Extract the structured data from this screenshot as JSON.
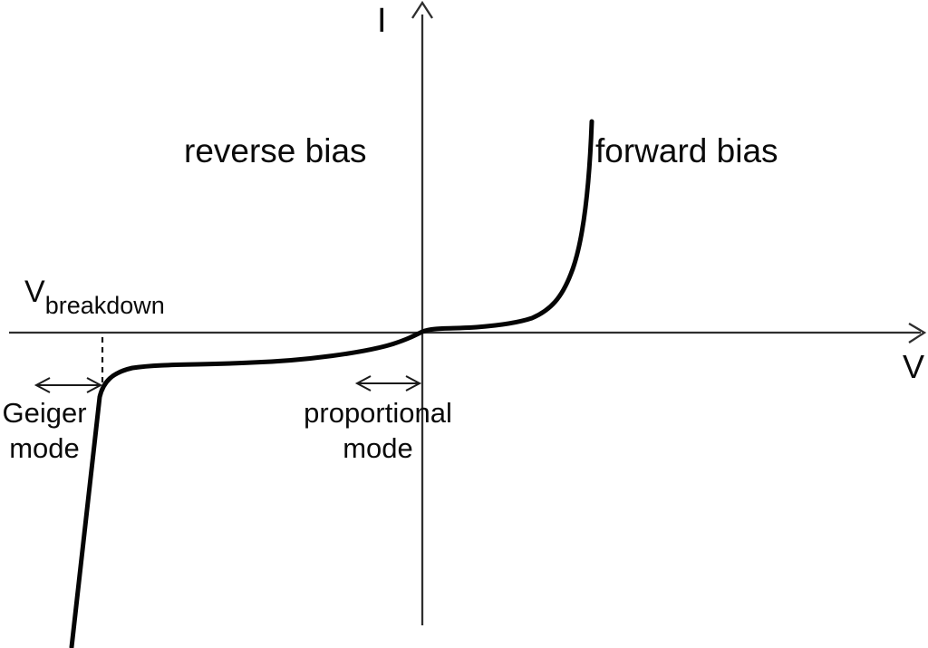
{
  "diagram": {
    "y_axis_label": "I",
    "x_axis_label": "V",
    "reverse_region_label": "reverse bias",
    "forward_region_label": "forward bias",
    "breakdown_label": {
      "base": "V",
      "subscript": "breakdown"
    },
    "geiger_label": {
      "line1": "Geiger",
      "line2": "mode"
    },
    "proportional_label": {
      "line1": "proportional",
      "line2": "mode"
    },
    "colors": {
      "background": "#ffffff",
      "axis": "#2e2e2e",
      "curve": "#050505",
      "text": "#0a0a0a"
    }
  }
}
